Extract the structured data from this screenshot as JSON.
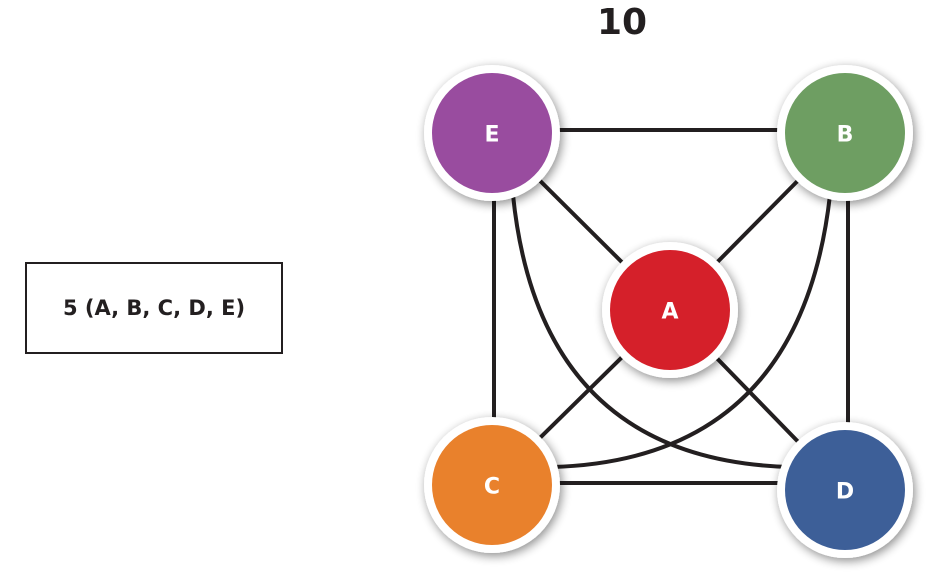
{
  "title": "10",
  "summary_box": "5 (A, B, C, D, E)",
  "nodes": [
    {
      "id": "E",
      "label": "E",
      "color": "#994c9f"
    },
    {
      "id": "B",
      "label": "B",
      "color": "#6e9e62"
    },
    {
      "id": "A",
      "label": "A",
      "color": "#d5202a"
    },
    {
      "id": "C",
      "label": "C",
      "color": "#e9812c"
    },
    {
      "id": "D",
      "label": "D",
      "color": "#3d5f98"
    }
  ],
  "edges": [
    [
      "E",
      "B"
    ],
    [
      "E",
      "C"
    ],
    [
      "B",
      "D"
    ],
    [
      "C",
      "D"
    ],
    [
      "E",
      "A"
    ],
    [
      "B",
      "A"
    ],
    [
      "A",
      "C"
    ],
    [
      "A",
      "D"
    ],
    [
      "E",
      "D"
    ],
    [
      "B",
      "C"
    ]
  ]
}
